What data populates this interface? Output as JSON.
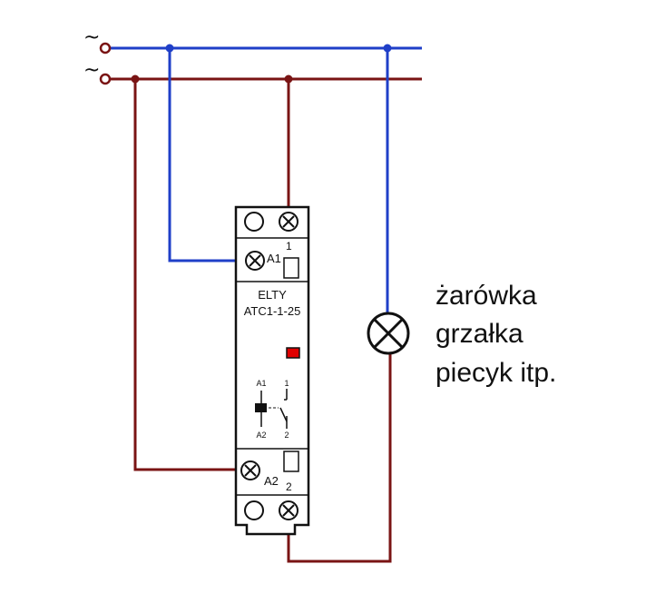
{
  "supply": {
    "phase_symbol_top": "~",
    "phase_symbol_bottom": "~"
  },
  "device": {
    "brand": "ELTY",
    "model": "ATC1-1-25",
    "terminal_a1": "A1",
    "terminal_a2": "A2",
    "terminal_1": "1",
    "terminal_2": "2",
    "schematic_a1": "A1",
    "schematic_a2": "A2",
    "schematic_1": "1",
    "schematic_2": "2",
    "indicator_color": "#e00000"
  },
  "load": {
    "labels": [
      "żarówka",
      "grzałka",
      "piecyk itp."
    ]
  },
  "colors": {
    "neutral_wire": "#1f3fc8",
    "phase_wire": "#7a1414"
  }
}
